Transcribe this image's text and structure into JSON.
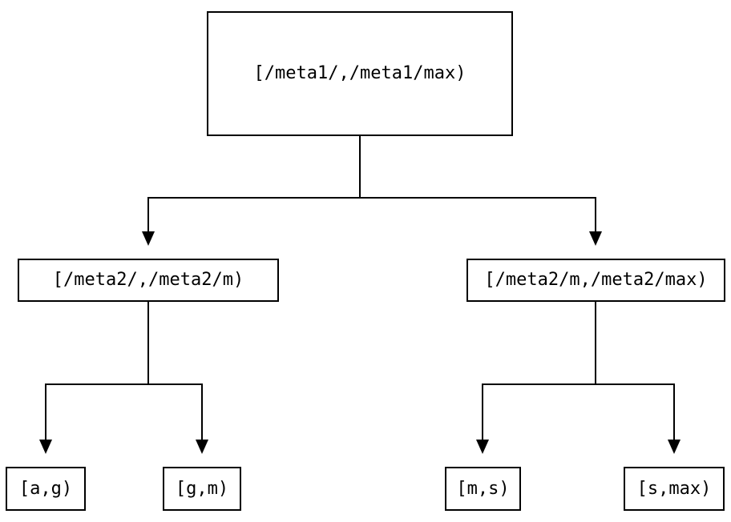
{
  "diagram": {
    "kind": "partition-range-tree",
    "background_color": "#ffffff",
    "stroke_color": "#000000",
    "text_color": "#000000",
    "nodes": {
      "root": {
        "label": "[/meta1/,/meta1/max)"
      },
      "left": {
        "label": "[/meta2/,/meta2/m)"
      },
      "right": {
        "label": "[/meta2/m,/meta2/max)"
      },
      "leaf_ag": {
        "label": "[a,g)"
      },
      "leaf_gm": {
        "label": "[g,m)"
      },
      "leaf_ms": {
        "label": "[m,s)"
      },
      "leaf_smax": {
        "label": "[s,max)"
      }
    },
    "edges": [
      {
        "from": "root",
        "to": "left"
      },
      {
        "from": "root",
        "to": "right"
      },
      {
        "from": "left",
        "to": "leaf_ag"
      },
      {
        "from": "left",
        "to": "leaf_gm"
      },
      {
        "from": "right",
        "to": "leaf_ms"
      },
      {
        "from": "right",
        "to": "leaf_smax"
      }
    ]
  }
}
